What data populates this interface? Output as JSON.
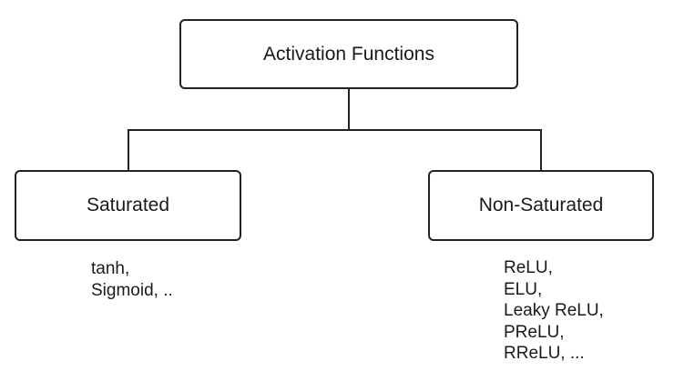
{
  "diagram": {
    "root": {
      "label": "Activation Functions"
    },
    "branches": [
      {
        "label": "Saturated",
        "examples": [
          "tanh,",
          "Sigmoid, .."
        ]
      },
      {
        "label": "Non-Saturated",
        "examples": [
          "ReLU,",
          "ELU,",
          "Leaky ReLU,",
          "PReLU,",
          "RReLU, ..."
        ]
      }
    ]
  },
  "colors": {
    "line": "#222222",
    "text": "#1a1a1a",
    "background": "#ffffff"
  }
}
